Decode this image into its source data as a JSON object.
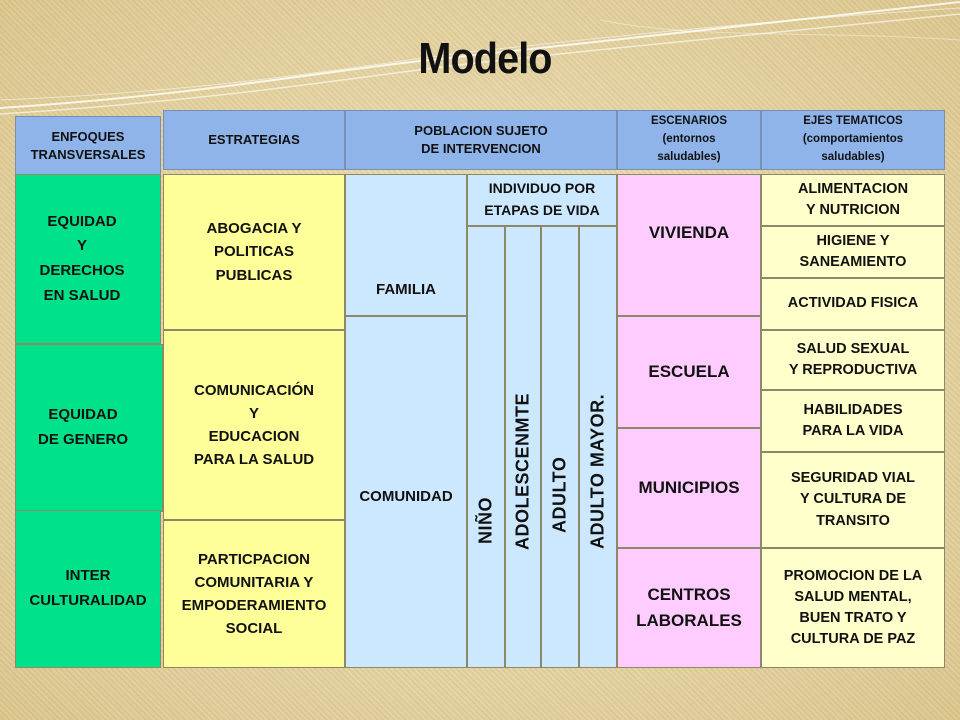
{
  "title": "Modelo",
  "headers": {
    "enfoques": "ENFOQUES\nTRANSVERSALES",
    "estrategias": "ESTRATEGIAS",
    "poblacion": "POBLACION SUJETO\nDE INTERVENCION",
    "escenarios": "ESCENARIOS\n(entornos\nsaludables)",
    "ejes": "EJES TEMATICOS\n(comportamientos\nsaludables)"
  },
  "enfoques": [
    "EQUIDAD\nY\nDERECHOS\nEN SALUD",
    "EQUIDAD\nDE GENERO",
    "INTER\nCULTURALIDAD"
  ],
  "estrategias": [
    "ABOGACIA Y\nPOLITICAS\nPUBLICAS",
    "COMUNICACIÓN\nY\nEDUCACION\nPARA LA SALUD",
    "PARTICPACION\nCOMUNITARIA Y\nEMPODERAMIENTO\nSOCIAL"
  ],
  "poblacion": {
    "familia": "FAMILIA",
    "comunidad": "COMUNIDAD",
    "individuo": "INDIVIDUO POR\nETAPAS DE VIDA",
    "etapas": [
      "NIÑO",
      "ADOLESCENMTE",
      "ADULTO",
      "ADULTO MAYOR."
    ]
  },
  "escenarios": [
    "VIVIENDA",
    "ESCUELA",
    "MUNICIPIOS",
    "CENTROS\nLABORALES"
  ],
  "ejes": [
    "ALIMENTACION\nY NUTRICION",
    "HIGIENE Y\nSANEAMIENTO",
    "ACTIVIDAD FISICA",
    "SALUD SEXUAL\nY REPRODUCTIVA",
    "HABILIDADES\nPARA LA VIDA",
    "SEGURIDAD VIAL\nY CULTURA DE\nTRANSITO",
    "PROMOCION DE LA\nSALUD MENTAL,\nBUEN TRATO Y\nCULTURA DE PAZ"
  ],
  "colors": {
    "header": "#8fb4ea",
    "enfoques": "#00e28a",
    "estrategias": "#ffff99",
    "poblacion": "#cce8ff",
    "escenarios": "#ffccff",
    "ejes": "#ffffcc"
  }
}
